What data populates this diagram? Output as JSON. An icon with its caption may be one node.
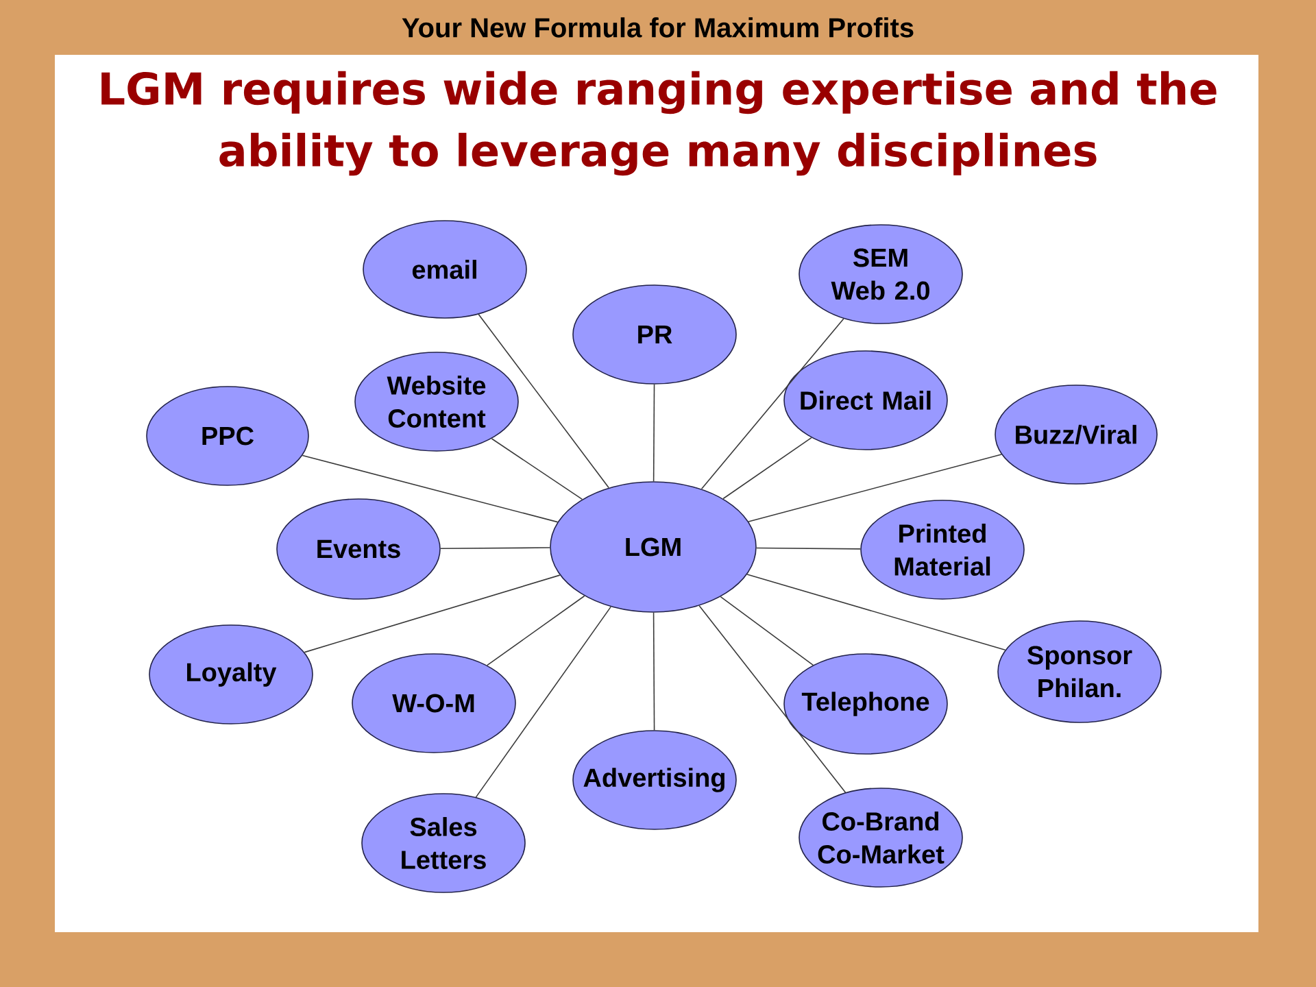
{
  "diagram": {
    "title": "LGM requires wide ranging expertise and the ability to leverage many disciplines",
    "nodes": [
      {
        "text": [
          "LGM"
        ]
      },
      {
        "text": [
          "email"
        ]
      },
      {
        "text": [
          "SEM Web 2.0"
        ]
      },
      {
        "text": [
          "PR"
        ]
      },
      {
        "text": [
          "Website Content"
        ]
      },
      {
        "text": [
          "Direct Mail"
        ]
      },
      {
        "text": [
          "PPC"
        ]
      },
      {
        "text": [
          "Buzz/Viral"
        ]
      },
      {
        "text": [
          "Events"
        ]
      },
      {
        "text": [
          "Printed Material"
        ]
      },
      {
        "text": [
          "Loyalty"
        ]
      },
      {
        "text": [
          "Sponsor Philan."
        ]
      },
      {
        "text": [
          "W-O-M"
        ]
      },
      {
        "text": [
          "Telephone"
        ]
      },
      {
        "text": [
          "Advertising"
        ]
      },
      {
        "text": [
          "Co-Brand Co-Market"
        ]
      },
      {
        "text": [
          "Sales Letters"
        ]
      }
    ],
    "edges": [
      {
        "from": 0,
        "to": 1,
        "arrow": "none"
      },
      {
        "from": 0,
        "to": 2,
        "arrow": "none"
      },
      {
        "from": 0,
        "to": 3,
        "arrow": "none"
      },
      {
        "from": 0,
        "to": 4,
        "arrow": "none"
      },
      {
        "from": 0,
        "to": 5,
        "arrow": "none"
      },
      {
        "from": 0,
        "to": 6,
        "arrow": "none"
      },
      {
        "from": 0,
        "to": 7,
        "arrow": "none"
      },
      {
        "from": 0,
        "to": 8,
        "arrow": "none"
      },
      {
        "from": 0,
        "to": 9,
        "arrow": "none"
      },
      {
        "from": 0,
        "to": 10,
        "arrow": "none"
      },
      {
        "from": 0,
        "to": 11,
        "arrow": "none"
      },
      {
        "from": 0,
        "to": 12,
        "arrow": "none"
      },
      {
        "from": 0,
        "to": 13,
        "arrow": "none"
      },
      {
        "from": 0,
        "to": 14,
        "arrow": "none"
      },
      {
        "from": 0,
        "to": 15,
        "arrow": "none"
      },
      {
        "from": 0,
        "to": 16,
        "arrow": "none"
      }
    ],
    "labels": [
      "Your New Formula for Maximum Profits"
    ]
  }
}
